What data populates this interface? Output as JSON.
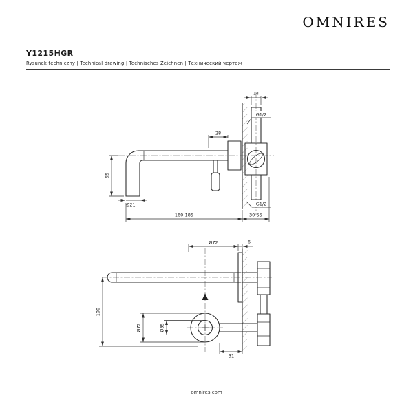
{
  "header": {
    "logo": "OMNIRES",
    "product_code": "Y1215HGR",
    "subtitle": "Rysunek techniczny | Technical drawing | Technisches Zeichnen | Технический чертеж"
  },
  "drawing": {
    "top_view": {
      "dim_14": "14",
      "thread_top": "G1/2",
      "dim_28": "28",
      "dim_55": "55",
      "dim_d21": "Ø21",
      "thread_bottom": "G1/2",
      "dim_160_185": "160-185",
      "dim_30_55": "30-55"
    },
    "bottom_view": {
      "dim_d72_top": "Ø72",
      "dim_6": "6",
      "dim_100": "100",
      "dim_d72_side": "Ø72",
      "dim_d35": "Ø35",
      "dim_31": "31"
    }
  },
  "footer": {
    "website": "omnires.com"
  }
}
